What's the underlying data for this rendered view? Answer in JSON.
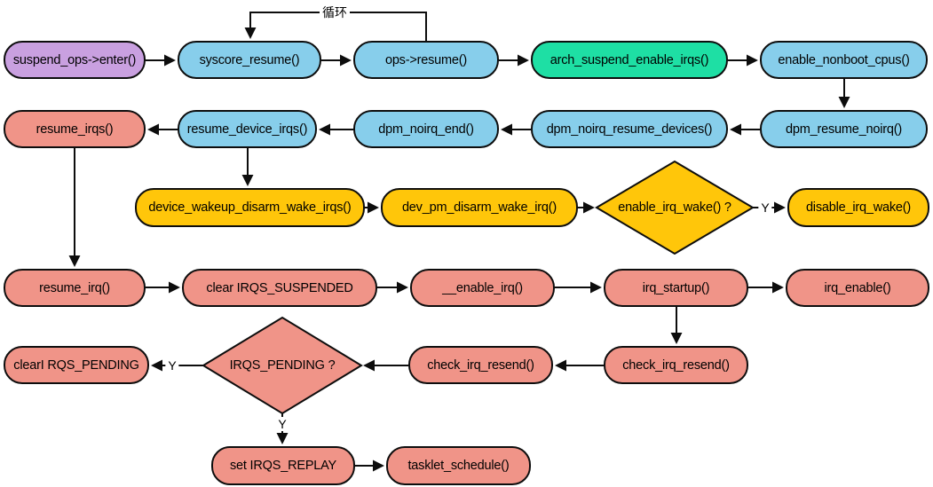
{
  "colors": {
    "purple": "#C9A0E0",
    "blue": "#87CEEB",
    "green": "#1EDFA4",
    "yellow": "#FFC60A",
    "salmon": "#F09488",
    "line": "#0d0d0d"
  },
  "labels": {
    "loop": "循环",
    "yes": "Y"
  },
  "nodes": [
    {
      "id": "suspend-ops-enter",
      "shape": "rounded",
      "color": "#C9A0E0",
      "label": "suspend_ops->enter()"
    },
    {
      "id": "syscore-resume",
      "shape": "rounded",
      "color": "#87CEEB",
      "label": "syscore_resume()"
    },
    {
      "id": "ops-resume",
      "shape": "rounded",
      "color": "#87CEEB",
      "label": "ops->resume()"
    },
    {
      "id": "arch-suspend-enable-irqs",
      "shape": "rounded",
      "color": "#1EDFA4",
      "label": "arch_suspend_enable_irqs()"
    },
    {
      "id": "enable-nonboot-cpus",
      "shape": "rounded",
      "color": "#87CEEB",
      "label": "enable_nonboot_cpus()"
    },
    {
      "id": "resume-irqs",
      "shape": "rounded",
      "color": "#F09488",
      "label": "resume_irqs()"
    },
    {
      "id": "resume-device-irqs",
      "shape": "rounded",
      "color": "#87CEEB",
      "label": "resume_device_irqs()"
    },
    {
      "id": "dpm-noirq-end",
      "shape": "rounded",
      "color": "#87CEEB",
      "label": "dpm_noirq_end()"
    },
    {
      "id": "dpm-noirq-resume-devices",
      "shape": "rounded",
      "color": "#87CEEB",
      "label": "dpm_noirq_resume_devices()"
    },
    {
      "id": "dpm-resume-noirq",
      "shape": "rounded",
      "color": "#87CEEB",
      "label": "dpm_resume_noirq()"
    },
    {
      "id": "device-wakeup-disarm-wake-irqs",
      "shape": "rounded",
      "color": "#FFC60A",
      "label": "device_wakeup_disarm_wake_irqs()"
    },
    {
      "id": "dev-pm-disarm-wake-irq",
      "shape": "rounded",
      "color": "#FFC60A",
      "label": "dev_pm_disarm_wake_irq()"
    },
    {
      "id": "enable-irq-wake-decision",
      "shape": "diamond",
      "color": "#FFC60A",
      "label": "enable_irq_wake() ?"
    },
    {
      "id": "disable-irq-wake",
      "shape": "rounded",
      "color": "#FFC60A",
      "label": "disable_irq_wake()"
    },
    {
      "id": "resume-irq",
      "shape": "rounded",
      "color": "#F09488",
      "label": "resume_irq()"
    },
    {
      "id": "clear-irqs-suspended",
      "shape": "rounded",
      "color": "#F09488",
      "label": "clear IRQS_SUSPENDED"
    },
    {
      "id": "enable-irq",
      "shape": "rounded",
      "color": "#F09488",
      "label": "__enable_irq()"
    },
    {
      "id": "irq-startup",
      "shape": "rounded",
      "color": "#F09488",
      "label": "irq_startup()"
    },
    {
      "id": "irq-enable",
      "shape": "rounded",
      "color": "#F09488",
      "label": "irq_enable()"
    },
    {
      "id": "clear-irqs-pending",
      "shape": "rounded",
      "color": "#F09488",
      "label": "clearI RQS_PENDING"
    },
    {
      "id": "irqs-pending-decision",
      "shape": "diamond",
      "color": "#F09488",
      "label": "IRQS_PENDING ?"
    },
    {
      "id": "check-irq-resend-left",
      "shape": "rounded",
      "color": "#F09488",
      "label": "check_irq_resend()"
    },
    {
      "id": "check-irq-resend-right",
      "shape": "rounded",
      "color": "#F09488",
      "label": "check_irq_resend()"
    },
    {
      "id": "set-irqs-replay",
      "shape": "rounded",
      "color": "#F09488",
      "label": "set IRQS_REPLAY"
    },
    {
      "id": "tasklet-schedule",
      "shape": "rounded",
      "color": "#F09488",
      "label": "tasklet_schedule()"
    }
  ]
}
